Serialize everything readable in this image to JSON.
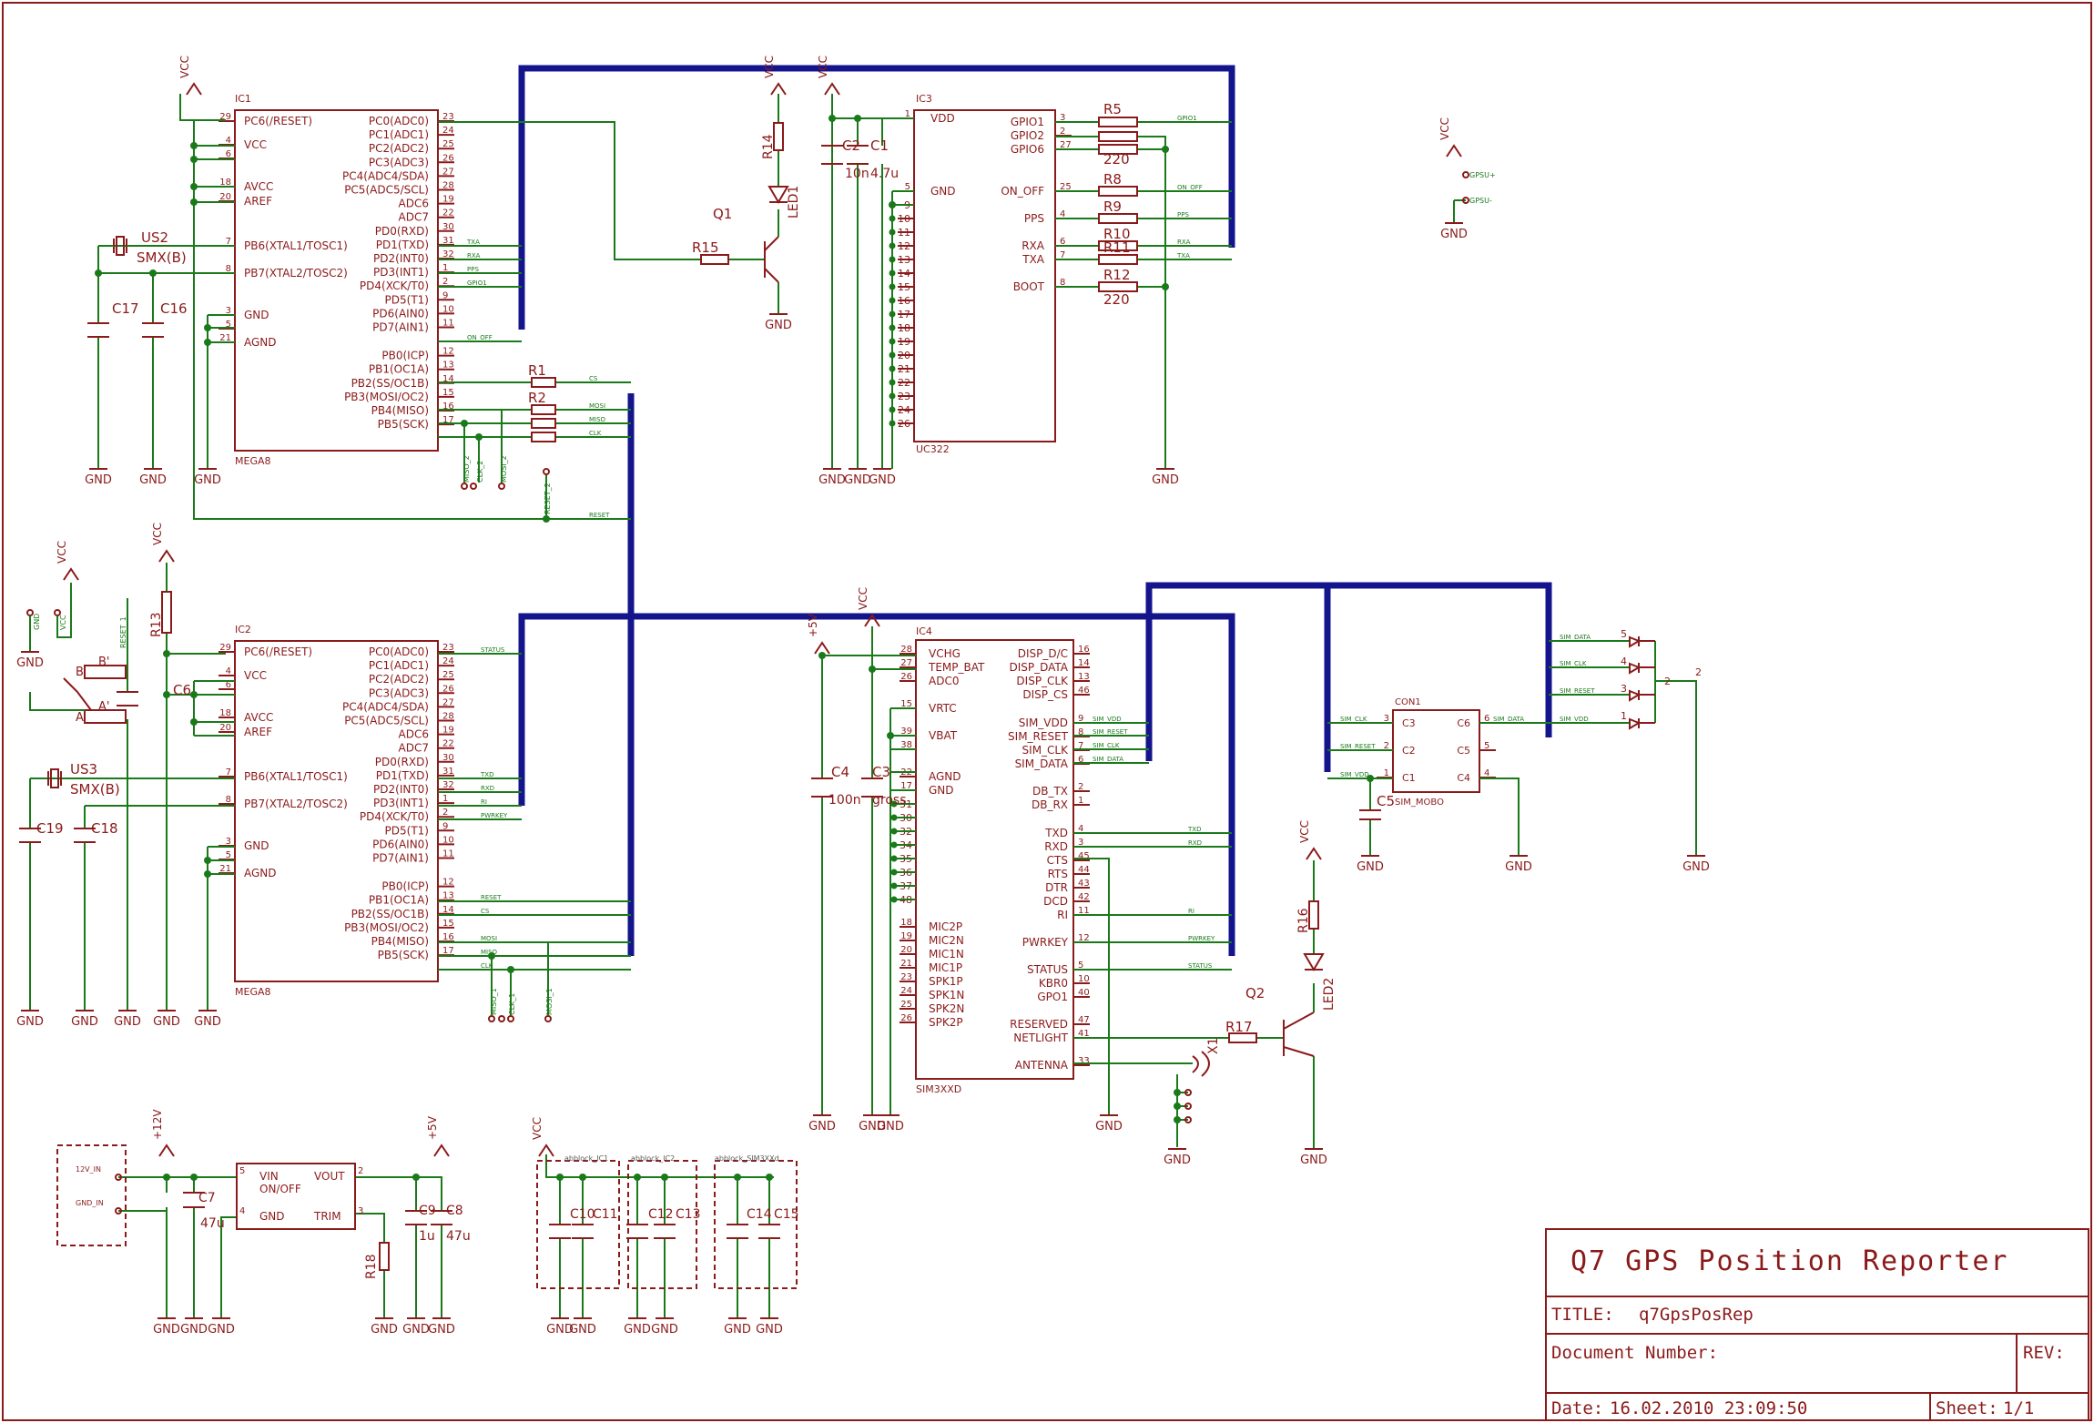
{
  "title_block": {
    "project": "Q7 GPS Position Reporter",
    "title_label": "TITLE:",
    "title_value": "q7GpsPosRep",
    "docnum_label": "Document Number:",
    "rev_label": "REV:",
    "date_label": "Date:",
    "date_value": "16.02.2010 23:09:50",
    "sheet_label": "Sheet:",
    "sheet_value": "1/1"
  },
  "ic1": {
    "name": "IC1",
    "value": "MEGA8",
    "left": [
      {
        "pin": "29",
        "name": "PC6(/RESET)"
      },
      {
        "pin": "4",
        "name": "VCC"
      },
      {
        "pin": "6",
        "name": ""
      },
      {
        "pin": "18",
        "name": "AVCC"
      },
      {
        "pin": "20",
        "name": "AREF"
      },
      {
        "pin": "7",
        "name": "PB6(XTAL1/TOSC1)"
      },
      {
        "pin": "8",
        "name": "PB7(XTAL2/TOSC2)"
      },
      {
        "pin": "3",
        "name": "GND"
      },
      {
        "pin": "5",
        "name": ""
      },
      {
        "pin": "21",
        "name": "AGND"
      }
    ],
    "right": [
      {
        "pin": "23",
        "name": "PC0(ADC0)"
      },
      {
        "pin": "24",
        "name": "PC1(ADC1)"
      },
      {
        "pin": "25",
        "name": "PC2(ADC2)"
      },
      {
        "pin": "26",
        "name": "PC3(ADC3)"
      },
      {
        "pin": "27",
        "name": "PC4(ADC4/SDA)"
      },
      {
        "pin": "28",
        "name": "PC5(ADC5/SCL)"
      },
      {
        "pin": "19",
        "name": "ADC6"
      },
      {
        "pin": "22",
        "name": "ADC7"
      },
      {
        "pin": "30",
        "name": "PD0(RXD)"
      },
      {
        "pin": "31",
        "name": "PD1(TXD)"
      },
      {
        "pin": "32",
        "name": "PD2(INT0)"
      },
      {
        "pin": "1",
        "name": "PD3(INT1)"
      },
      {
        "pin": "2",
        "name": "PD4(XCK/T0)"
      },
      {
        "pin": "9",
        "name": "PD5(T1)"
      },
      {
        "pin": "10",
        "name": "PD6(AIN0)"
      },
      {
        "pin": "11",
        "name": "PD7(AIN1)"
      },
      {
        "pin": "12",
        "name": "PB0(ICP)"
      },
      {
        "pin": "13",
        "name": "PB1(OC1A)"
      },
      {
        "pin": "14",
        "name": "PB2(SS/OC1B)"
      },
      {
        "pin": "15",
        "name": "PB3(MOSI/OC2)"
      },
      {
        "pin": "16",
        "name": "PB4(MISO)"
      },
      {
        "pin": "17",
        "name": "PB5(SCK)"
      }
    ],
    "nets": [
      "TXA",
      "RXA",
      "PPS",
      "GPIO1",
      "ON_OFF",
      "CS",
      "MOSI",
      "MISO",
      "CLK",
      "RESET"
    ]
  },
  "ic2": {
    "name": "IC2",
    "value": "MEGA8",
    "left": [
      {
        "pin": "29",
        "name": "PC6(/RESET)"
      },
      {
        "pin": "4",
        "name": "VCC"
      },
      {
        "pin": "6",
        "name": ""
      },
      {
        "pin": "18",
        "name": "AVCC"
      },
      {
        "pin": "20",
        "name": "AREF"
      },
      {
        "pin": "7",
        "name": "PB6(XTAL1/TOSC1)"
      },
      {
        "pin": "8",
        "name": "PB7(XTAL2/TOSC2)"
      },
      {
        "pin": "3",
        "name": "GND"
      },
      {
        "pin": "5",
        "name": ""
      },
      {
        "pin": "21",
        "name": "AGND"
      }
    ],
    "right": [
      {
        "pin": "23",
        "name": "PC0(ADC0)"
      },
      {
        "pin": "24",
        "name": "PC1(ADC1)"
      },
      {
        "pin": "25",
        "name": "PC2(ADC2)"
      },
      {
        "pin": "26",
        "name": "PC3(ADC3)"
      },
      {
        "pin": "27",
        "name": "PC4(ADC4/SDA)"
      },
      {
        "pin": "28",
        "name": "PC5(ADC5/SCL)"
      },
      {
        "pin": "19",
        "name": "ADC6"
      },
      {
        "pin": "22",
        "name": "ADC7"
      },
      {
        "pin": "30",
        "name": "PD0(RXD)"
      },
      {
        "pin": "31",
        "name": "PD1(TXD)"
      },
      {
        "pin": "32",
        "name": "PD2(INT0)"
      },
      {
        "pin": "1",
        "name": "PD3(INT1)"
      },
      {
        "pin": "2",
        "name": "PD4(XCK/T0)"
      },
      {
        "pin": "9",
        "name": "PD5(T1)"
      },
      {
        "pin": "10",
        "name": "PD6(AIN0)"
      },
      {
        "pin": "11",
        "name": "PD7(AIN1)"
      },
      {
        "pin": "12",
        "name": "PB0(ICP)"
      },
      {
        "pin": "13",
        "name": "PB1(OC1A)"
      },
      {
        "pin": "14",
        "name": "PB2(SS/OC1B)"
      },
      {
        "pin": "15",
        "name": "PB3(MOSI/OC2)"
      },
      {
        "pin": "16",
        "name": "PB4(MISO)"
      },
      {
        "pin": "17",
        "name": "PB5(SCK)"
      }
    ],
    "nets": [
      "STATUS",
      "TXD",
      "RXD",
      "RI",
      "PWRKEY",
      "RESET",
      "CS",
      "MOSI",
      "MISO",
      "CLK"
    ]
  },
  "ic3": {
    "name": "IC3",
    "value": "UC322",
    "left": [
      {
        "pin": "1",
        "name": "VDD"
      },
      {
        "pin": "5",
        "name": "GND"
      }
    ],
    "gnd_pins": [
      "9",
      "10",
      "11",
      "12",
      "13",
      "14",
      "15",
      "16",
      "17",
      "18",
      "19",
      "20",
      "21",
      "22",
      "23",
      "24",
      "26"
    ],
    "right": [
      {
        "pin": "3",
        "name": "GPIO1"
      },
      {
        "pin": "2",
        "name": "GPIO2"
      },
      {
        "pin": "27",
        "name": "GPIO6"
      },
      {
        "pin": "25",
        "name": "ON_OFF"
      },
      {
        "pin": "4",
        "name": "PPS"
      },
      {
        "pin": "6",
        "name": "RXA"
      },
      {
        "pin": "7",
        "name": "TXA"
      },
      {
        "pin": "8",
        "name": "BOOT"
      }
    ],
    "nets": [
      "GPIO1",
      "ON_OFF",
      "PPS",
      "RXA",
      "TXA"
    ]
  },
  "ic4": {
    "name": "IC4",
    "value": "SIM3XXD",
    "left": [
      {
        "pin": "28",
        "name": "VCHG"
      },
      {
        "pin": "27",
        "name": "TEMP_BAT"
      },
      {
        "pin": "26",
        "name": "ADC0"
      },
      {
        "pin": "15",
        "name": "VRTC"
      },
      {
        "pin": "39",
        "name": "VBAT"
      },
      {
        "pin": "38",
        "name": ""
      },
      {
        "pin": "22",
        "name": "AGND"
      },
      {
        "pin": "17",
        "name": "GND"
      },
      {
        "pin": "18",
        "name": "MIC2P"
      },
      {
        "pin": "19",
        "name": "MIC2N"
      },
      {
        "pin": "20",
        "name": "MIC1N"
      },
      {
        "pin": "21",
        "name": "MIC1P"
      },
      {
        "pin": "23",
        "name": "SPK1P"
      },
      {
        "pin": "24",
        "name": "SPK1N"
      },
      {
        "pin": "25",
        "name": "SPK2N"
      },
      {
        "pin": "26",
        "name": "SPK2P"
      }
    ],
    "gnd_pins": [
      "31",
      "30",
      "32",
      "34",
      "35",
      "36",
      "37",
      "48"
    ],
    "right": [
      {
        "pin": "16",
        "name": "DISP_D/C"
      },
      {
        "pin": "14",
        "name": "DISP_DATA"
      },
      {
        "pin": "13",
        "name": "DISP_CLK"
      },
      {
        "pin": "46",
        "name": "DISP_CS"
      },
      {
        "pin": "9",
        "name": "SIM_VDD"
      },
      {
        "pin": "8",
        "name": "SIM_RESET"
      },
      {
        "pin": "7",
        "name": "SIM_CLK"
      },
      {
        "pin": "6",
        "name": "SIM_DATA"
      },
      {
        "pin": "2",
        "name": "DB_TX"
      },
      {
        "pin": "1",
        "name": "DB_RX"
      },
      {
        "pin": "4",
        "name": "TXD"
      },
      {
        "pin": "3",
        "name": "RXD"
      },
      {
        "pin": "45",
        "name": "CTS"
      },
      {
        "pin": "44",
        "name": "RTS"
      },
      {
        "pin": "43",
        "name": "DTR"
      },
      {
        "pin": "42",
        "name": "DCD"
      },
      {
        "pin": "11",
        "name": "RI"
      },
      {
        "pin": "12",
        "name": "PWRKEY"
      },
      {
        "pin": "5",
        "name": "STATUS"
      },
      {
        "pin": "10",
        "name": "KBR0"
      },
      {
        "pin": "40",
        "name": "GPO1"
      },
      {
        "pin": "47",
        "name": "RESERVED"
      },
      {
        "pin": "41",
        "name": "NETLIGHT"
      },
      {
        "pin": "33",
        "name": "ANTENNA"
      }
    ],
    "nets": [
      "SIM_VDD",
      "SIM_RESET",
      "SIM_CLK",
      "SIM_DATA",
      "TXD",
      "RXD",
      "RI",
      "PWRKEY",
      "STATUS"
    ]
  },
  "con1": {
    "name": "CON1",
    "value": "SIM_MOBO",
    "pins": [
      {
        "pin": "3",
        "name": "C3"
      },
      {
        "pin": "2",
        "name": "C2"
      },
      {
        "pin": "1",
        "name": "C1"
      },
      {
        "pin": "6",
        "name": "C6"
      },
      {
        "pin": "5",
        "name": "C5"
      },
      {
        "pin": "4",
        "name": "C4"
      }
    ],
    "nets": [
      "SIM_CLK",
      "SIM_RESET",
      "SIM_VDD",
      "SIM_DATA"
    ]
  },
  "sim_header": {
    "nets": [
      "SIM_DATA",
      "SIM_CLK",
      "SIM_RESET",
      "SIM_VDD"
    ],
    "pins": [
      "5",
      "4",
      "3",
      "2",
      "1"
    ],
    "out_pin": "2"
  },
  "regulator": {
    "pins_left": [
      {
        "pin": "5",
        "name": "VIN"
      },
      {
        "pin": "",
        "name": "ON/OFF"
      },
      {
        "pin": "4",
        "name": "GND"
      }
    ],
    "pins_right": [
      {
        "pin": "2",
        "name": "VOUT"
      },
      {
        "pin": "3",
        "name": "TRIM"
      }
    ],
    "input_labels": [
      "12V_IN",
      "GND_IN"
    ]
  },
  "supplies": {
    "vcc": "VCC",
    "gnd": "GND",
    "p5v": "+5V",
    "p12v": "+12V"
  },
  "parts": {
    "R1": "R1",
    "R2": "R2",
    "R5": "R5",
    "R8": "R8",
    "R9": "R9",
    "R10": "R10",
    "R11": "R11",
    "R12": "R12",
    "R13": "R13",
    "R14": "R14",
    "R15": "R15",
    "R16": "R16",
    "R17": "R17",
    "R18": "R18",
    "C1": "C1",
    "C1v": "4.7u",
    "C2": "C2",
    "C2v": "10n",
    "C3": "C3",
    "C3v": "gross",
    "C4": "C4",
    "C4v": "100n",
    "C5": "C5",
    "C6": "C6",
    "C7": "C7",
    "C7v": "47u",
    "C8": "C8",
    "C8v": "47u",
    "C9": "C9",
    "C9v": "1u",
    "C10": "C10",
    "C11": "C11",
    "C12": "C12",
    "C13": "C13",
    "C14": "C14",
    "C15": "C15",
    "C16": "C16",
    "C17": "C17",
    "C18": "C18",
    "C19": "C19",
    "Q1": "Q1",
    "Q2": "Q2",
    "LED1": "LED1",
    "LED2": "LED2",
    "US2": "US2",
    "US3": "US3",
    "SMX": "SMX(B)",
    "X1": "X1",
    "r220": "220",
    "bb1": "abblock_IC1",
    "bb2": "abblock_IC2",
    "bb3": "abblock_SIM3XXd"
  },
  "misc_labels": {
    "miso2": "MISO_2",
    "clk2": "CLK_2",
    "mosi2": "MOSI_2",
    "reset2": "RESET_2",
    "miso1": "MISO_1",
    "clk1": "CLK_1",
    "mosi1": "MOSI_1",
    "reset1": "RESET_1",
    "sjump_a": "A",
    "sjump_b": "B",
    "sjump_ap": "A'",
    "sjump_bp": "B'",
    "gpsu_plus": "GPSU+",
    "gpsu_minus": "GPSU-",
    "gnd_pad": "GND",
    "vcc_pad": "VCC"
  }
}
